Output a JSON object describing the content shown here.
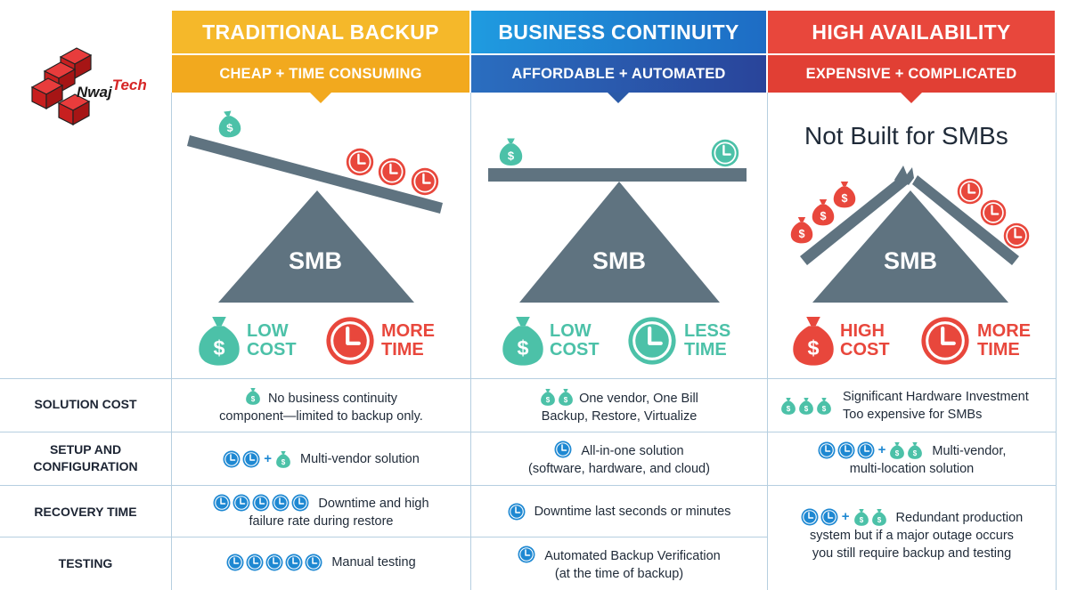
{
  "logo": {
    "text_a": "Nwaj",
    "text_b": "Tech"
  },
  "columns": [
    {
      "title": "TRADITIONAL BACKUP",
      "subtitle": "CHEAP + TIME CONSUMING",
      "scale_label": "SMB",
      "left_label": [
        "LOW",
        "COST"
      ],
      "right_label": [
        "MORE",
        "TIME"
      ],
      "color_top": "#f5b82a",
      "color_bot": "#f5b82a"
    },
    {
      "title": "BUSINESS CONTINUITY",
      "subtitle": "AFFORDABLE + AUTOMATED",
      "scale_label": "SMB",
      "left_label": [
        "LOW",
        "COST"
      ],
      "right_label": [
        "LESS",
        "TIME"
      ],
      "color_top": "#1f8ad6",
      "color_bot": "#2a5aa8"
    },
    {
      "title": "HIGH AVAILABILITY",
      "subtitle": "EXPENSIVE + COMPLICATED",
      "scale_label": "SMB",
      "left_label": [
        "HIGH",
        "COST"
      ],
      "right_label": [
        "MORE",
        "TIME"
      ],
      "color_top": "#e8473c",
      "color_bot": "#e8473c",
      "note": "Not Built for SMBs"
    }
  ],
  "rows": [
    {
      "label": [
        "SOLUTION COST"
      ]
    },
    {
      "label": [
        "SETUP AND",
        "CONFIGURATION"
      ]
    },
    {
      "label": [
        "RECOVERY TIME"
      ]
    },
    {
      "label": [
        "TESTING"
      ]
    }
  ],
  "cells": {
    "c1": {
      "cost": [
        "No business continuity",
        "component—limited to backup only."
      ],
      "setup": [
        "Multi-vendor solution"
      ],
      "recovery": [
        "Downtime and high",
        "failure rate during restore"
      ],
      "testing": [
        "Manual testing"
      ]
    },
    "c2": {
      "cost": [
        "One vendor, One Bill",
        "Backup, Restore, Virtualize"
      ],
      "setup": [
        "All-in-one solution",
        "(software, hardware, and cloud)"
      ],
      "recovery": [
        "Downtime last seconds or minutes"
      ],
      "testing": [
        "Automated Backup Verification",
        "(at the time of backup)"
      ]
    },
    "c3": {
      "cost": [
        "Significant Hardware Investment",
        "Too expensive for SMBs"
      ],
      "setup": [
        "Multi-vendor,",
        "multi-location solution"
      ],
      "recovery_testing": [
        "Redundant production",
        "system but if a major outage occurs",
        "you still require backup and testing"
      ]
    }
  },
  "colors": {
    "teal": "#4cc1a8",
    "red": "#e8473c",
    "blue": "#1e88d2",
    "slate": "#5f7380",
    "grid": "#b6cfe0"
  },
  "icons": {
    "money": "money-bag-icon",
    "clock": "clock-icon"
  }
}
